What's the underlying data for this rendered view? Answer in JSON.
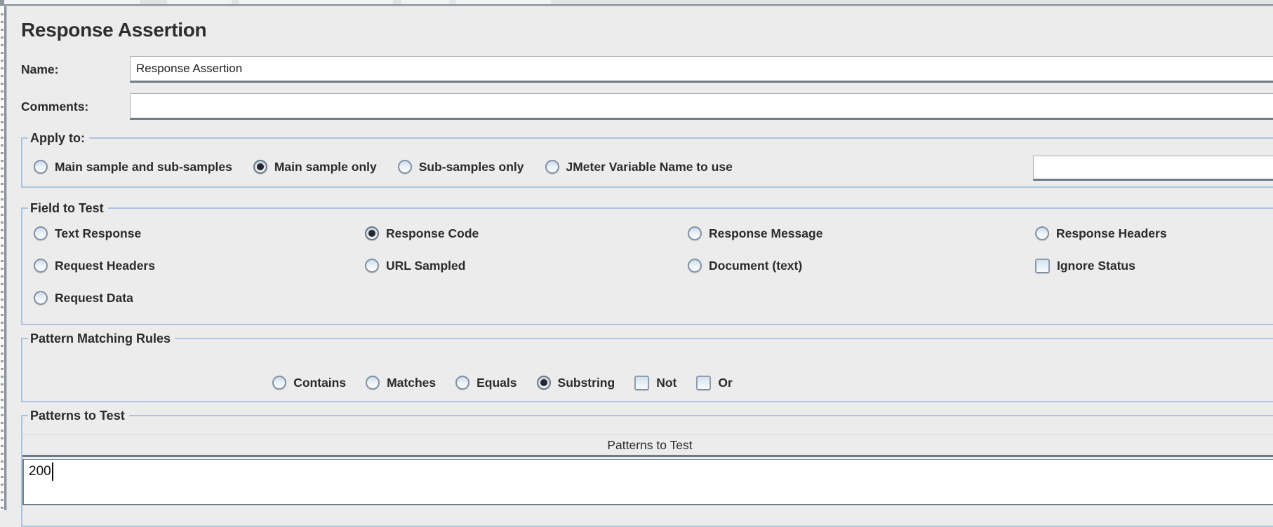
{
  "panel": {
    "title": "Response Assertion",
    "name_field": {
      "label": "Name:",
      "value": "Response Assertion"
    },
    "comments_field": {
      "label": "Comments:",
      "value": ""
    },
    "apply_to": {
      "legend": "Apply to:",
      "options": [
        {
          "label": "Main sample and sub-samples",
          "selected": false
        },
        {
          "label": "Main sample only",
          "selected": true
        },
        {
          "label": "Sub-samples only",
          "selected": false
        },
        {
          "label": "JMeter Variable Name to use",
          "selected": false
        }
      ],
      "variable_value": ""
    },
    "field_to_test": {
      "legend": "Field to Test",
      "columns": [
        {
          "items": [
            {
              "label": "Text Response",
              "selected": false
            },
            {
              "label": "Request Headers",
              "selected": false
            },
            {
              "label": "Request Data",
              "selected": false
            }
          ]
        },
        {
          "items": [
            {
              "label": "Response Code",
              "selected": true
            },
            {
              "label": "URL Sampled",
              "selected": false
            }
          ]
        },
        {
          "items": [
            {
              "label": "Response Message",
              "selected": false
            },
            {
              "label": "Document (text)",
              "selected": false
            }
          ]
        },
        {
          "items": [
            {
              "label": "Response Headers",
              "selected": false
            }
          ]
        }
      ],
      "ignore_status_checkbox": {
        "label": "Ignore Status",
        "checked": false
      }
    },
    "pattern_matching_rules": {
      "legend": "Pattern Matching Rules",
      "radios": [
        {
          "label": "Contains",
          "selected": false
        },
        {
          "label": "Matches",
          "selected": false
        },
        {
          "label": "Equals",
          "selected": false
        },
        {
          "label": "Substring",
          "selected": true
        }
      ],
      "checkboxes": [
        {
          "label": "Not",
          "checked": false
        },
        {
          "label": "Or",
          "checked": false
        }
      ]
    },
    "patterns_to_test": {
      "legend": "Patterns to Test",
      "table_header": "Patterns to Test",
      "rows": [
        "200"
      ]
    }
  },
  "colors": {
    "panel_background": "#ececec",
    "fieldset_border": "#adc4de",
    "field_border_bottom": "#6e7b89",
    "table_border": "#6c7a88",
    "radio_selected_dot": "#26262b"
  }
}
